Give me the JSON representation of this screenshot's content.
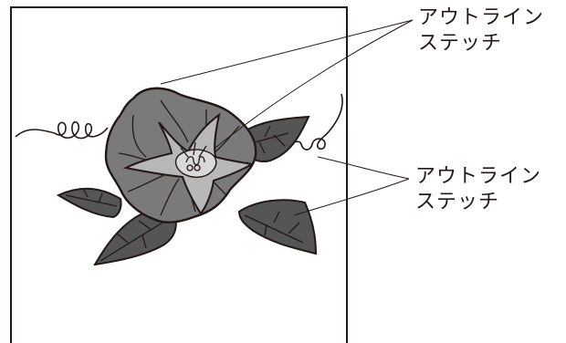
{
  "colors": {
    "stroke": "#231815",
    "petal_outer": "#7a7a7a",
    "petal_outer_light": "#8c8c8c",
    "star": "#b8b8b8",
    "center": "#d9d9d9",
    "leaf": "#555555"
  },
  "callouts": {
    "top": {
      "line1": "アウトライン",
      "line2": "ステッチ"
    },
    "right": {
      "line1": "アウトライン",
      "line2": "ステッチ"
    }
  }
}
